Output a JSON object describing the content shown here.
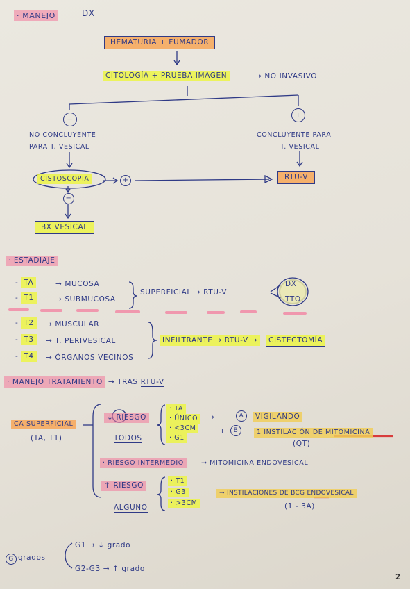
{
  "header": {
    "title": "· Manejo",
    "title_suffix": "Dx"
  },
  "dx_flow": {
    "start": "Hematuria + Fumador",
    "step2": "Citología + Prueba imagen",
    "step2_result": "→ No invasivo",
    "neg_symbol": "−",
    "pos_symbol": "+",
    "neg_line1": "No concluyente",
    "neg_line2": "para T. vesical",
    "pos_line1": "Concluyente para",
    "pos_line2": "T. vesical",
    "cystoscopy": "Cistoscopia",
    "cysto_pos": "+",
    "rtuv": "RTU-V",
    "cysto_neg": "−",
    "biopsy": "Bx vesical"
  },
  "staging": {
    "title": "· Estadiaje",
    "ta": "Ta",
    "ta_desc": "→ mucosa",
    "t1": "T1",
    "t1_desc": "→ submucosa",
    "superficial": "Superficial → RTU-V",
    "superficial_dx": "Dx",
    "superficial_tto": "TTO",
    "t2": "T2",
    "t2_desc": "→ muscular",
    "t3": "T3",
    "t3_desc": "→ T. perivesical",
    "t4": "T4",
    "t4_desc": "→ órganos vecinos",
    "infiltrante": "Infiltrante → RTU-V →",
    "cystectomy": "Cistectomía"
  },
  "treatment": {
    "title": "· Manejo tratamiento",
    "title_after": "→ Tras",
    "title_rtuv": "RTU-V",
    "left_label": "Ca superficial",
    "left_sub": "(Ta, T1)",
    "low_risk": "↓ Riesgo",
    "low_items": [
      "· Ta",
      "· Único",
      "· <3cm",
      "· G1"
    ],
    "todos": "todos",
    "low_action_a_prefix": "→",
    "low_a_badge": "A",
    "low_a_text": "Vigilando",
    "low_action_b_prefix": "+",
    "low_b_badge": "B",
    "low_b_text": "1 instilación de",
    "low_b_drug": "mitomicina",
    "low_b_time": "(QT)",
    "mid_risk": "· Riesgo intermedio",
    "mid_action": "→ Mitomicina endovesical",
    "high_risk": "↑ Riesgo",
    "high_items": [
      "· T1",
      "· G3",
      "· >3cm"
    ],
    "alguno": "alguno",
    "high_action": "→ Instilaciones de",
    "high_drug": "BCG",
    "high_action_end": "endovesical",
    "high_time": "(1 - 3a)"
  },
  "footer": {
    "grade_badge": "G",
    "grade_label": "grados",
    "g1": "G1 → ↓ grado",
    "g2g3": "G2-G3 → ↑ grado",
    "page_number": "2"
  }
}
